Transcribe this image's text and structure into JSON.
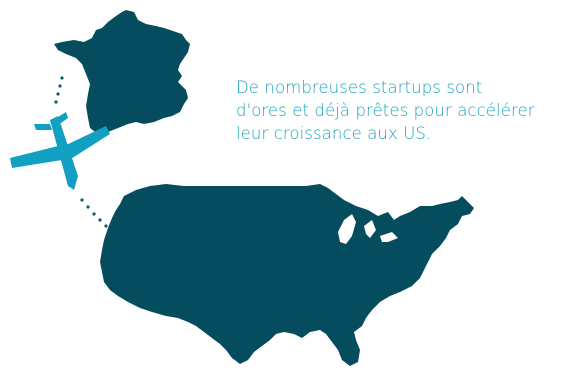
{
  "caption": {
    "lines": [
      "De nombreuses startups sont",
      "d'ores et déjà prêtes pour accélérer",
      "leur croissance aux US."
    ]
  },
  "colors": {
    "map": "#044c5e",
    "plane": "#12a0c2",
    "route": "#0b5b6e",
    "text": "#1aa3bd"
  },
  "icons": {
    "france": "france-map-icon",
    "usa": "usa-map-icon",
    "plane": "airplane-icon"
  }
}
